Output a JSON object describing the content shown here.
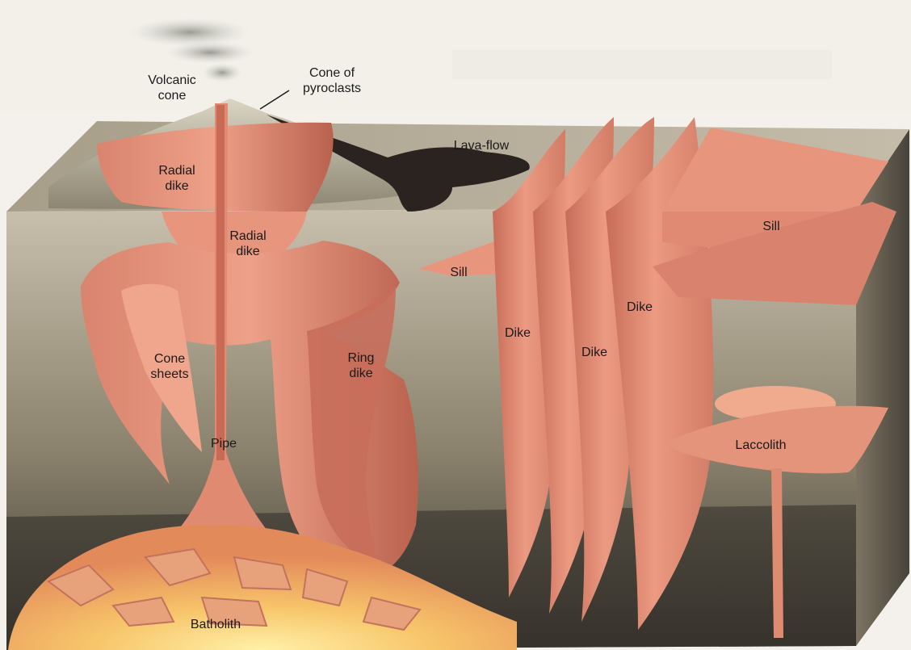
{
  "labels": {
    "volcanic_cone": "Volcanic\ncone",
    "cone_of_pyroclasts": "Cone of\npyroclasts",
    "lava_flow": "Lava-flow",
    "radial_dike_upper": "Radial\ndike",
    "radial_dike_lower": "Radial\ndike",
    "sill_left": "Sill",
    "sill_right": "Sill",
    "dike_1": "Dike",
    "dike_2": "Dike",
    "dike_3": "Dike",
    "cone_sheets": "Cone\nsheets",
    "ring_dike": "Ring\ndike",
    "pipe": "Pipe",
    "laccolith": "Laccolith",
    "batholith": "Batholith"
  },
  "colors": {
    "intrusion": "#e3917a",
    "intrusion_shadow": "#b85f4c",
    "magma_glow": "#f7d27a",
    "lava": "#2b2320",
    "block_top": "#a9a08c",
    "block_front": "#8e856f",
    "block_side": "#5f574b"
  }
}
